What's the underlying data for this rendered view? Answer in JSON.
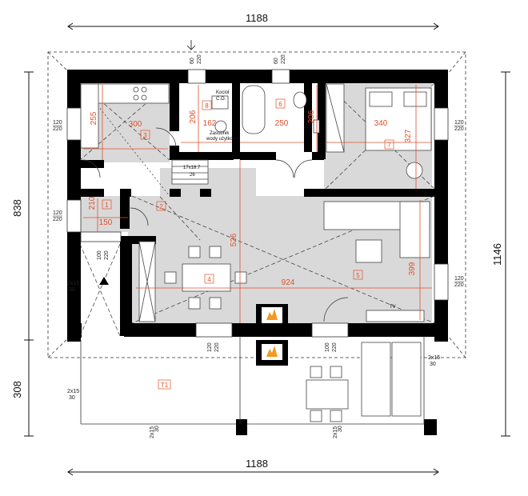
{
  "overall": {
    "top_width": "1188",
    "bottom_width": "1188",
    "left_depth": "838",
    "left_terrace": "308",
    "right_total": "1146"
  },
  "room_numbers": [
    "1",
    "2",
    "3",
    "4",
    "5",
    "6",
    "7",
    "8",
    "T1"
  ],
  "room_dims": {
    "kitchen_h": "255",
    "kitchen_w": "300",
    "boiler_w": "162",
    "boiler_h": "206",
    "bath_w": "250",
    "bath_h": "206",
    "bed_w": "340",
    "bed_h": "327",
    "hall_h": "210",
    "hall_w": "150",
    "living_h": "526",
    "living_w": "924",
    "living_right_h": "399"
  },
  "window_labels": {
    "w120": "120",
    "w220": "220",
    "w100": "100",
    "w60": "60",
    "w2x15": "2x15",
    "w30": "30"
  },
  "labels": {
    "kociol": "Kocioł",
    "co": "C.O.",
    "zasobnik1": "Zasobnik",
    "zasobnik2": "wody użytkowej",
    "stairs1": "17x18.7",
    "stairs2": "26",
    "tv": "TV"
  },
  "colors": {
    "wall": "#000000",
    "floor": "#d9d9d9",
    "dimension_accent": "#e0502a",
    "fireplace": "#f39a1e"
  }
}
